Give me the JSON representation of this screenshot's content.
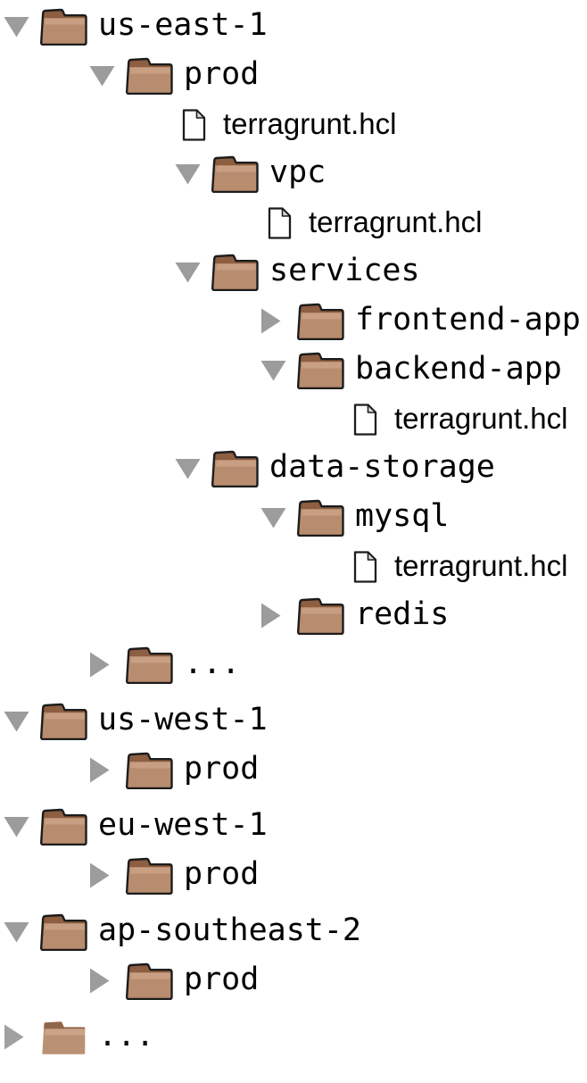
{
  "tree": {
    "rows": [
      {
        "label": "us-east-1",
        "type": "folder",
        "state": "expanded",
        "depth": 0
      },
      {
        "label": "prod",
        "type": "folder",
        "state": "expanded",
        "depth": 1
      },
      {
        "label": "terragrunt.hcl",
        "type": "file",
        "depth": 2
      },
      {
        "label": "vpc",
        "type": "folder",
        "state": "expanded",
        "depth": 2
      },
      {
        "label": "terragrunt.hcl",
        "type": "file",
        "depth": 3
      },
      {
        "label": "services",
        "type": "folder",
        "state": "expanded",
        "depth": 2
      },
      {
        "label": "frontend-app",
        "type": "folder",
        "state": "collapsed",
        "depth": 3
      },
      {
        "label": "backend-app",
        "type": "folder",
        "state": "expanded",
        "depth": 3
      },
      {
        "label": "terragrunt.hcl",
        "type": "file",
        "depth": 4
      },
      {
        "label": "data-storage",
        "type": "folder",
        "state": "expanded",
        "depth": 2
      },
      {
        "label": "mysql",
        "type": "folder",
        "state": "expanded",
        "depth": 3
      },
      {
        "label": "terragrunt.hcl",
        "type": "file",
        "depth": 4
      },
      {
        "label": "redis",
        "type": "folder",
        "state": "collapsed",
        "depth": 3
      },
      {
        "label": "...",
        "type": "folder",
        "state": "collapsed",
        "depth": 1
      },
      {
        "label": "us-west-1",
        "type": "folder",
        "state": "expanded",
        "depth": 0
      },
      {
        "label": "prod",
        "type": "folder",
        "state": "collapsed",
        "depth": 1
      },
      {
        "label": "eu-west-1",
        "type": "folder",
        "state": "expanded",
        "depth": 0
      },
      {
        "label": "prod",
        "type": "folder",
        "state": "collapsed",
        "depth": 1
      },
      {
        "label": "ap-southeast-2",
        "type": "folder",
        "state": "expanded",
        "depth": 0
      },
      {
        "label": "prod",
        "type": "folder",
        "state": "collapsed",
        "depth": 1
      },
      {
        "label": "...",
        "type": "folder",
        "state": "collapsed",
        "depth": 0,
        "faded": true
      }
    ]
  },
  "icons": {
    "expanded": "triangle-down-icon",
    "collapsed": "triangle-right-icon",
    "folder": "folder-icon",
    "file": "file-icon"
  },
  "colors": {
    "background": "#ffffff",
    "text": "#000000",
    "triangle": "#9c9c9c",
    "folder_body": "#b88c6e",
    "folder_tab": "#8d5e40",
    "folder_highlight": "#c89f83",
    "folder_outline": "#1c1c1c",
    "file_fill": "#ffffff",
    "file_fold": "#d8d8d8",
    "file_outline": "#1c1c1c"
  }
}
